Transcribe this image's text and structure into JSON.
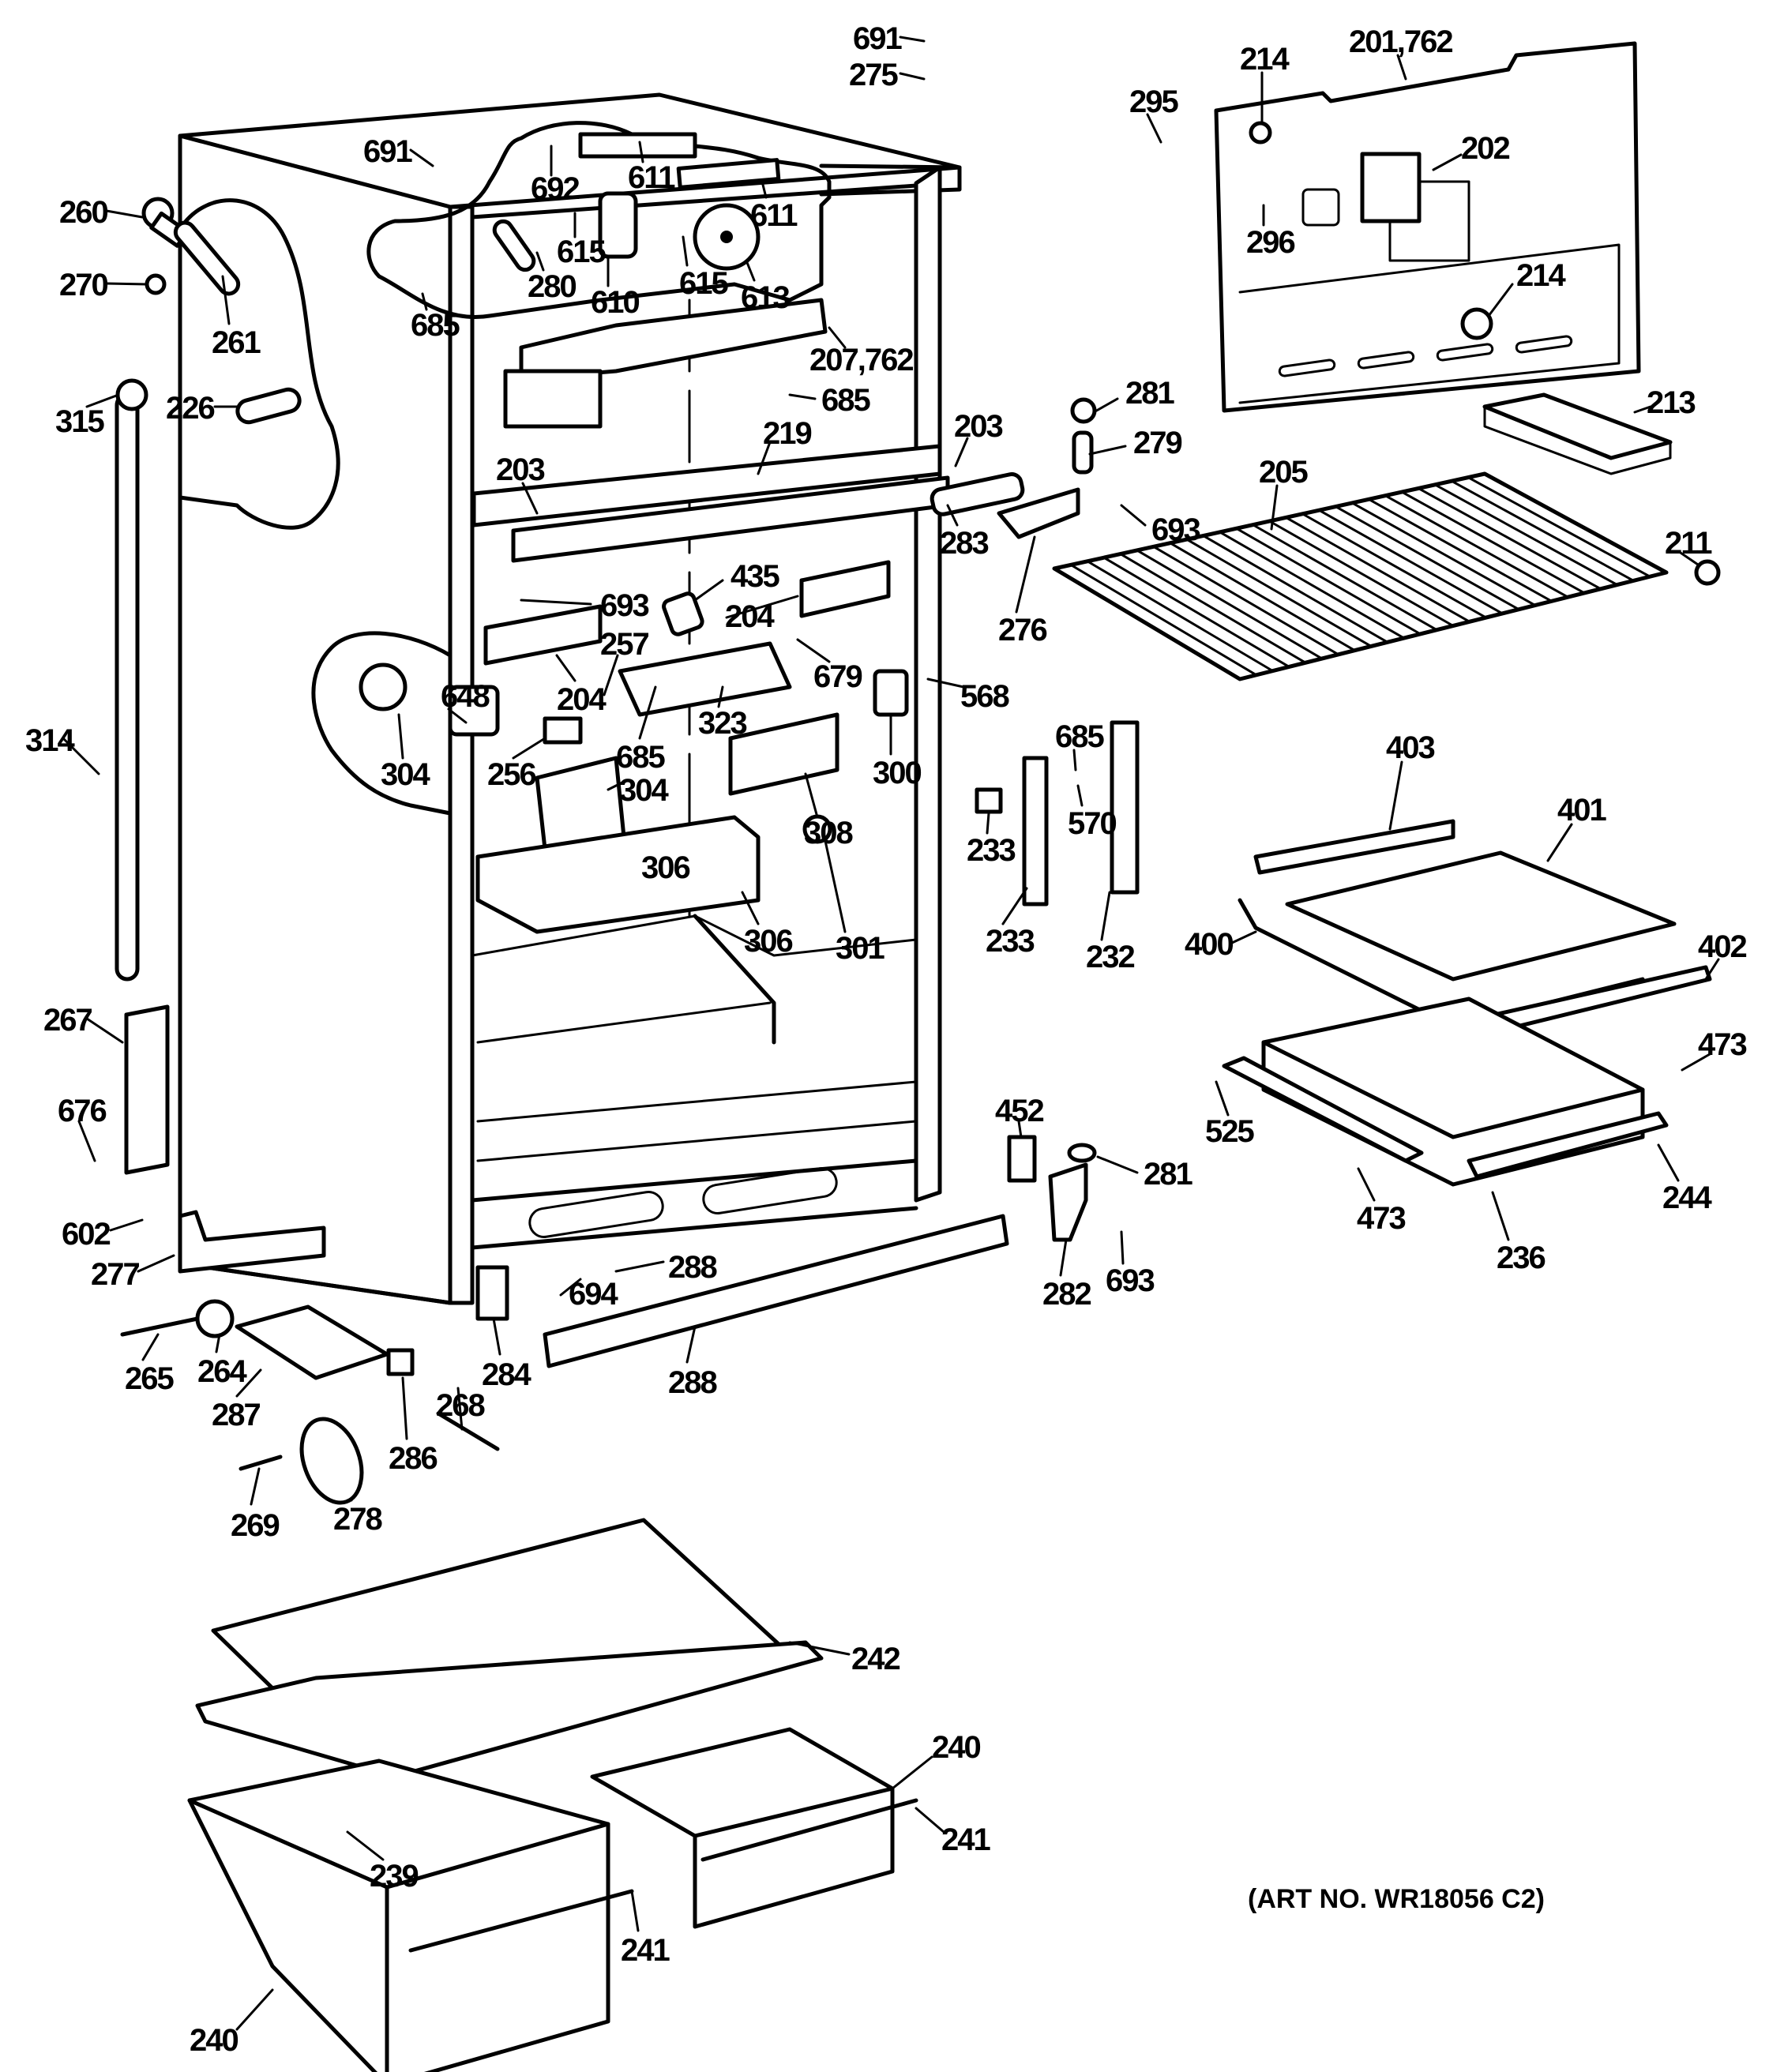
{
  "diagram": {
    "title": "Refrigerator cabinet parts exploded view",
    "art_number": "(ART NO. WR18056 C2)",
    "colors": {
      "ink": "#000000",
      "paper": "#ffffff"
    }
  },
  "callouts": {
    "c691a": "691",
    "c275": "275",
    "c691b": "691",
    "c692": "692",
    "c611a": "611",
    "c611b": "611",
    "c615a": "615",
    "c615b": "615",
    "c610": "610",
    "c613": "613",
    "c280": "280",
    "c260": "260",
    "c270": "270",
    "c261": "261",
    "c685a": "685",
    "c207": "207,762",
    "c685b": "685",
    "c315": "315",
    "c226": "226",
    "c219": "219",
    "c203a": "203",
    "c203b": "203",
    "c214a": "214",
    "c201": "201,762",
    "c295": "295",
    "c202": "202",
    "c296": "296",
    "c214b": "214",
    "c281a": "281",
    "c279": "279",
    "c213": "213",
    "c205": "205",
    "c693a": "693",
    "c283": "283",
    "c276": "276",
    "c211": "211",
    "c693b": "693",
    "c435": "435",
    "c204a": "204",
    "c204b": "204",
    "c257": "257",
    "c648": "648",
    "c679": "679",
    "c568": "568",
    "c685c": "685",
    "c323": "323",
    "c300": "300",
    "c304a": "304",
    "c256": "256",
    "c304b": "304",
    "c308": "308",
    "c306a": "306",
    "c306b": "306",
    "c301": "301",
    "c314": "314",
    "c233a": "233",
    "c685d": "685",
    "c570": "570",
    "c233b": "233",
    "c232": "232",
    "c403": "403",
    "c401": "401",
    "c400": "400",
    "c402": "402",
    "c473a": "473",
    "c525": "525",
    "c473b": "473",
    "c244": "244",
    "c236": "236",
    "c452": "452",
    "c281b": "281",
    "c282": "282",
    "c693c": "693",
    "c267": "267",
    "c676": "676",
    "c602": "602",
    "c277": "277",
    "c694": "694",
    "c288a": "288",
    "c288b": "288",
    "c284": "284",
    "c265": "265",
    "c264": "264",
    "c287": "287",
    "c268": "268",
    "c286": "286",
    "c269": "269",
    "c278": "278",
    "c242": "242",
    "c240a": "240",
    "c241a": "241",
    "c239": "239",
    "c241b": "241",
    "c240b": "240"
  }
}
